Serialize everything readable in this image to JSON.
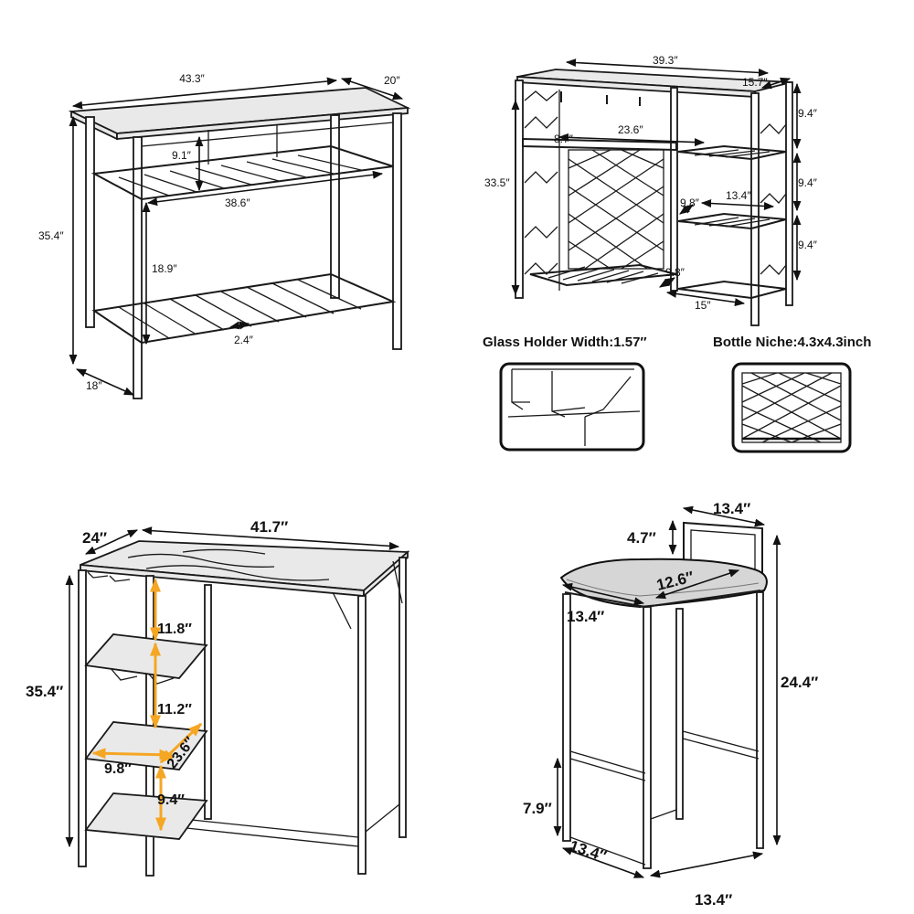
{
  "panels": {
    "island": {
      "d_width": "43.3″",
      "d_depth": "20″",
      "d_height": "35.4″",
      "d_base": "18″",
      "d_gap_top": "9.1″",
      "d_shelf": "38.6″",
      "d_gap_low": "18.9″",
      "d_slat": "2.4″"
    },
    "cabinet": {
      "d_width": "39.3″",
      "d_depth": "15.7″",
      "d_height": "33.5″",
      "d_r1": "9.4″",
      "d_r2": "9.4″",
      "d_r3": "9.4″",
      "d_mid": "23.6″",
      "d_left": "8.7″",
      "d_sd": "9.8″",
      "d_sw": "13.4″",
      "d_bd": "9.8″",
      "d_bw": "15″"
    },
    "detail_glass": {
      "caption": "Glass Holder Width:1.57″"
    },
    "detail_bottle": {
      "caption": "Bottle Niche:4.3x4.3inch"
    },
    "bartable": {
      "d_width": "41.7″",
      "d_depth": "24″",
      "d_height": "35.4″",
      "d_s1": "11.8″",
      "d_s2": "11.2″",
      "d_sd": "9.8″",
      "d_sdiag": "23.6″",
      "d_s3": "9.4″"
    },
    "stool": {
      "d_back_w": "13.4″",
      "d_back_h": "4.7″",
      "d_seat": "12.6″",
      "d_seat_d": "13.4″",
      "d_height": "24.4″",
      "d_foot_h": "7.9″",
      "d_base_d": "13.4″",
      "d_base_w": "13.4″"
    }
  },
  "colors": {
    "line": "#1a1a1a",
    "highlight": "#f5a623"
  }
}
